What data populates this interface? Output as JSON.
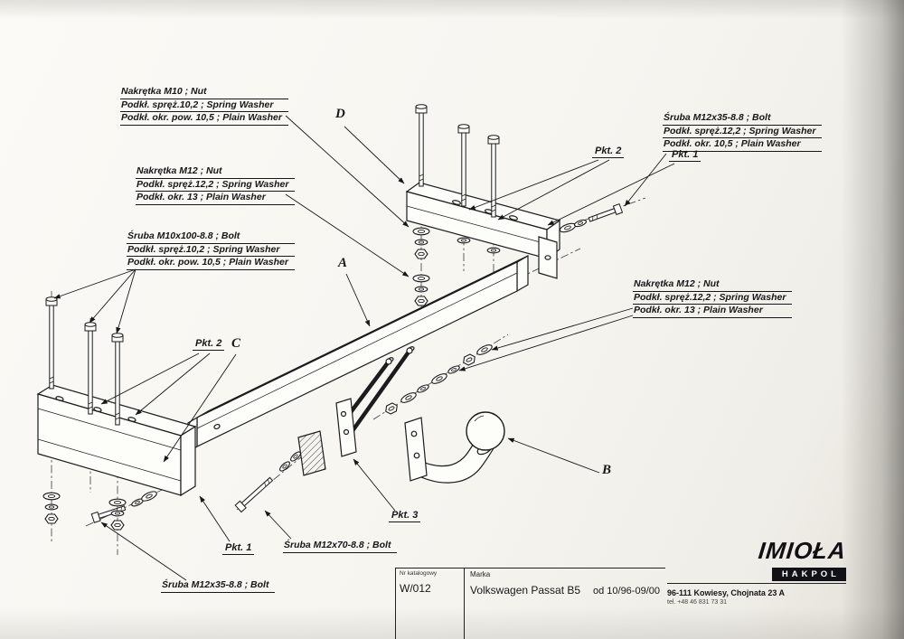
{
  "page": {
    "ink": "#1c1c1e",
    "paper": "#f8f6f1"
  },
  "callouts": {
    "nut_m10": [
      "Nakrętka  M10 ; Nut",
      "Podkł. spręż.10,2 ; Spring Washer",
      "Podkł. okr. pow. 10,5 ; Plain Washer"
    ],
    "nut_m12_left": [
      "Nakrętka  M12 ; Nut",
      "Podkł. spręż.12,2 ; Spring Washer",
      "Podkł. okr. 13 ; Plain Washer"
    ],
    "bolt_m10x100": [
      "Śruba M10x100-8.8 ; Bolt",
      "Podkł. spręż.10,2 ; Spring Washer",
      "Podkł. okr. pow. 10,5 ; Plain Washer"
    ],
    "bolt_m12x35_top": [
      "Śruba M12x35-8.8 ;  Bolt",
      "Podkł. spręż.12,2 ; Spring Washer",
      "Podkł. okr. 10,5 ; Plain Washer"
    ],
    "nut_m12_right": [
      "Nakrętka  M12 ; Nut",
      "Podkł. spręż.12,2 ; Spring Washer",
      "Podkł. okr. 13 ; Plain Washer"
    ],
    "bolt_m12x70": "Śruba M12x70-8.8 ;  Bolt",
    "bolt_m12x35_bottom": "Śruba M12x35-8.8 ;  Bolt"
  },
  "points": {
    "pkt1_top": "Pkt. 1",
    "pkt2_top": "Pkt. 2",
    "pkt2_left": "Pkt. 2",
    "pkt1_bottom": "Pkt. 1",
    "pkt3": "Pkt. 3"
  },
  "markers": {
    "a": "A",
    "b": "B",
    "c": "C",
    "d": "D"
  },
  "footer": {
    "catalog_label": "Nr katalogowy",
    "brand_label": "Marka",
    "catalog_no": "W/012",
    "model": "Volkswagen Passat B5",
    "date_range": "od 10/96-09/00",
    "logo_main": "IMIOŁA",
    "logo_sub": "HAKPOL",
    "address": "96-111 Kowiesy, Chojnata 23 A",
    "phone": "tel. +48 46 831 73 31"
  }
}
